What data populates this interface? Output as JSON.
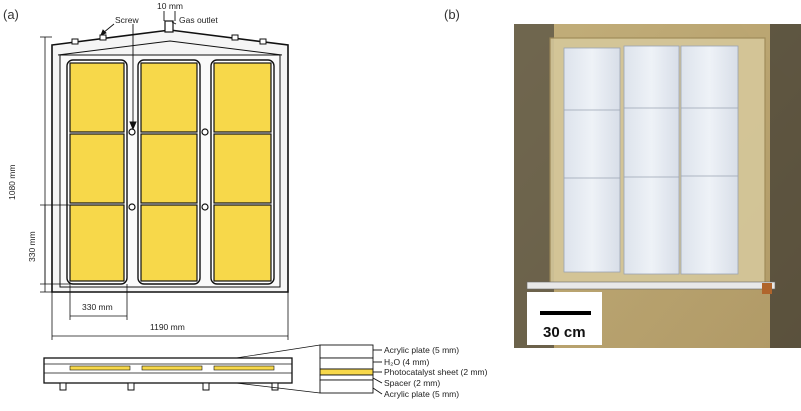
{
  "panel_a": {
    "label": "(a)",
    "annotations": {
      "screw": "Screw",
      "gap": "10 mm",
      "gas_outlet": "Gas outlet",
      "height": "1080 mm",
      "cell_height": "330 mm",
      "cell_width": "330 mm",
      "width": "1190 mm"
    },
    "layers": [
      "Acrylic plate (5 mm)",
      "H₂O (4 mm)",
      "Photocatalyst sheet (2 mm)",
      "Spacer (2 mm)",
      "Acrylic plate (5 mm)"
    ],
    "colors": {
      "photocatalyst": "#f7d84a",
      "frame": "#f3f3f3",
      "line": "#111111"
    }
  },
  "panel_b": {
    "label": "(b)",
    "scale_bar": "30 cm",
    "colors": {
      "background": "#1a1a1a",
      "tray": "#c8b07a",
      "sheet": "#e6ebf2"
    }
  }
}
